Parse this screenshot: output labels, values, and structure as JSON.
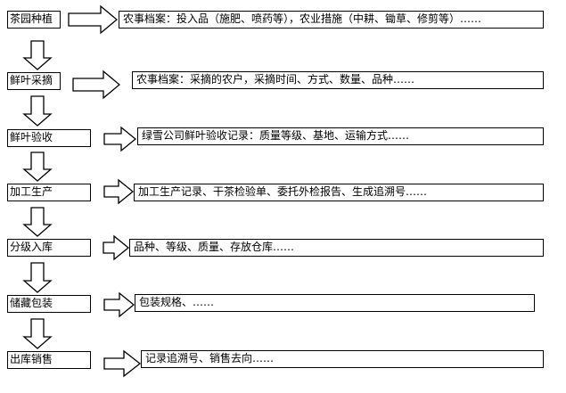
{
  "stages": [
    {
      "name": "茶园种植",
      "detail": "农事档案：投入品（施肥、喷药等），农业措施（中耕、锄草、修剪等）……"
    },
    {
      "name": "鲜叶采摘",
      "detail": "农事档案：采摘的农户，采摘时间、方式、数量、品种……"
    },
    {
      "name": "鲜叶验收",
      "detail": "绿雪公司鲜叶验收记录：质量等级、基地、运输方式……"
    },
    {
      "name": "加工生产",
      "detail": "加工生产记录、干茶检验单、委托外检报告、生成追溯号……"
    },
    {
      "name": "分级入库",
      "detail": "品种、等级、质量、存放仓库……"
    },
    {
      "name": "储藏包装",
      "detail": "包装规格、……"
    },
    {
      "name": "出库销售",
      "detail": "记录追溯号、销售去向……"
    }
  ]
}
